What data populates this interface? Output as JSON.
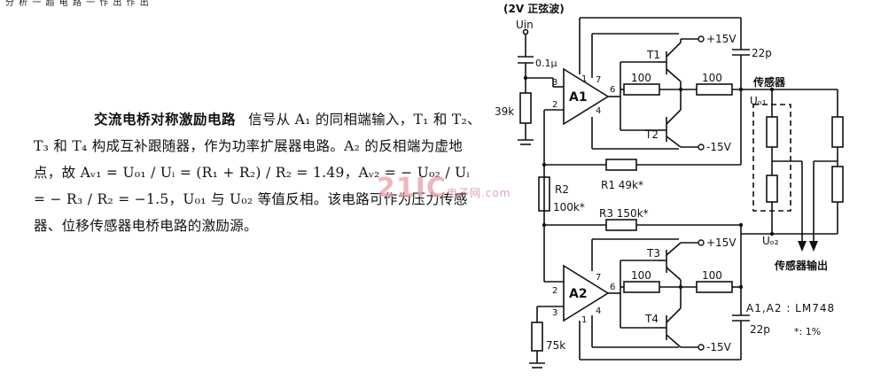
{
  "top_fragment": "分 析 一 超 电 路 一 作 出 作 出",
  "article": {
    "title": "交流电桥对称激励电路",
    "body": "信号从 A₁ 的同相端输入，T₁ 和 T₂、T₃ 和 T₄ 构成互补跟随器，作为功率扩展器电路。A₂ 的反相端为虚地点，故 Aᵥ₁ = U₀₁ / Uᵢ = (R₁ + R₂) / R₂ = 1.49，Aᵥ₂ = − U₀₂ / Uᵢ = − R₃ / R₂ = −1.5，U₀₁ 与 U₀₂ 等值反相。该电路可作为压力传感器、位移传感器电桥电路的激励源。"
  },
  "circuit": {
    "input_note": "(2V 正弦波)",
    "uin": "Uin",
    "c_in": "0.1μ",
    "r_in": "39k",
    "a1": "A1",
    "a2": "A2",
    "pins": {
      "p1": "1",
      "p2": "2",
      "p3": "3",
      "p4": "4",
      "p6": "6",
      "p7": "7"
    },
    "t1": "T1",
    "t2": "T2",
    "t3": "T3",
    "t4": "T4",
    "r100": "100",
    "vpos": "+15V",
    "vneg": "-15V",
    "c22p": "22p",
    "r1": "R1  49k*",
    "r2": "R2",
    "r2_val": "100k*",
    "r3": "R3  150k*",
    "r75": "75k",
    "sensor": "传感器",
    "uo1": "Uₒ₁",
    "uo2": "Uₒ₂",
    "sensor_out": "传感器输出",
    "ic_note": "A1,A2 : LM748",
    "tol_note": "*: 1%"
  },
  "watermark": {
    "main": "21IC",
    "sub": "电子网",
    "url": ".com"
  }
}
